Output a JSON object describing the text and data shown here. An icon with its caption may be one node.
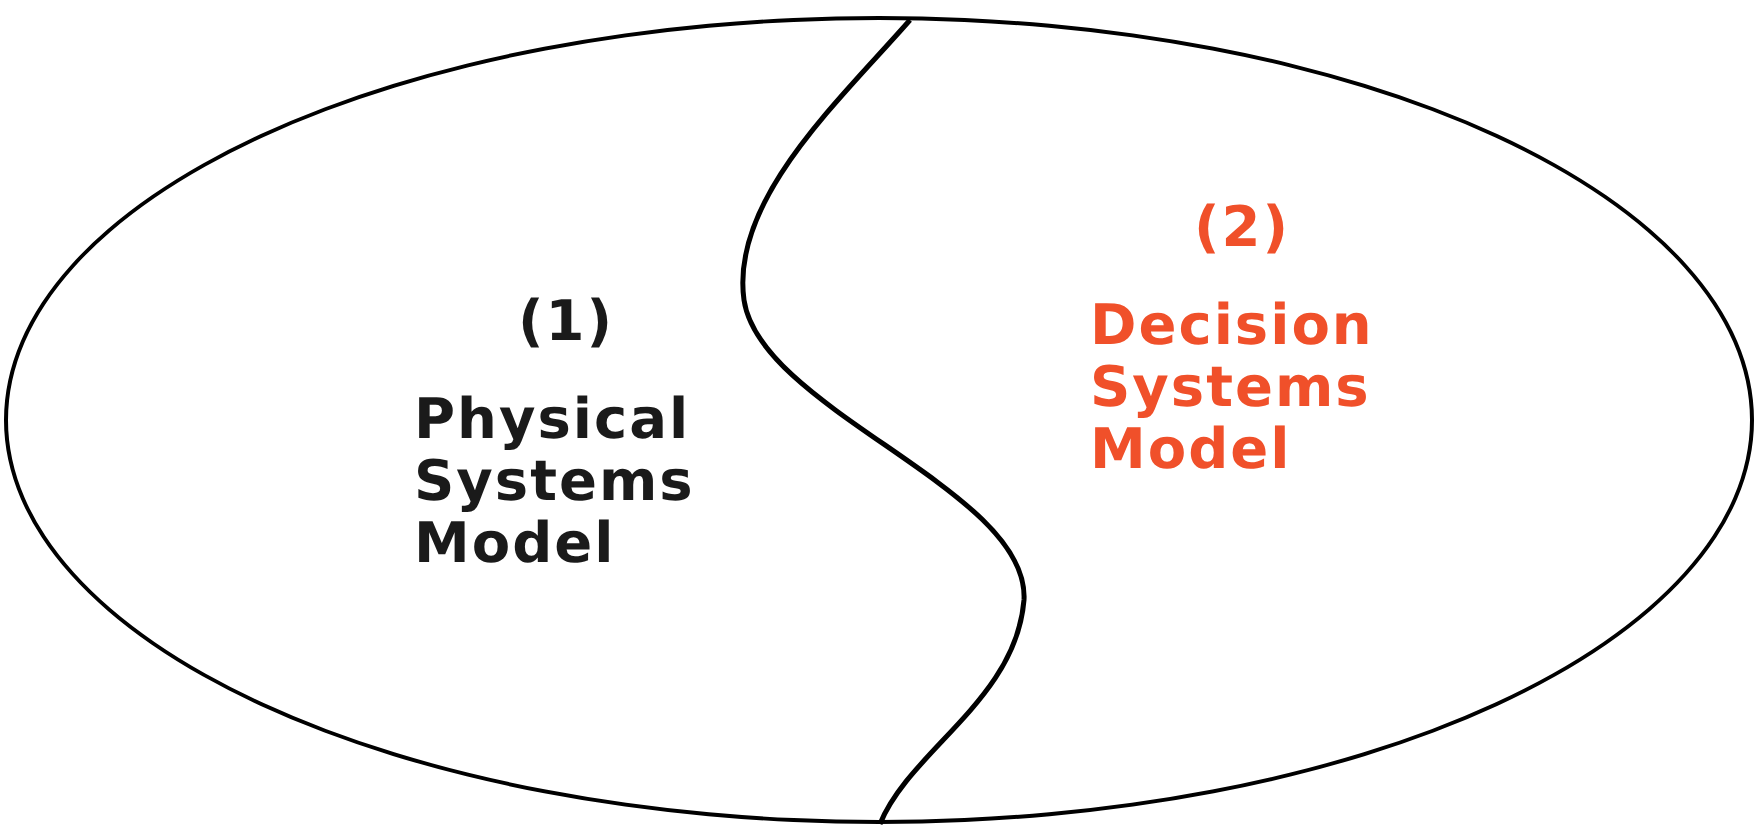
{
  "diagram": {
    "nodes": [
      {
        "text": [],
        "shape": "ellipse"
      },
      {
        "text": [
          "(1)",
          "Physical Systems Model"
        ],
        "in": 0
      },
      {
        "text": [
          "(2)",
          "Decision Systems Model"
        ],
        "in": 0
      }
    ]
  }
}
